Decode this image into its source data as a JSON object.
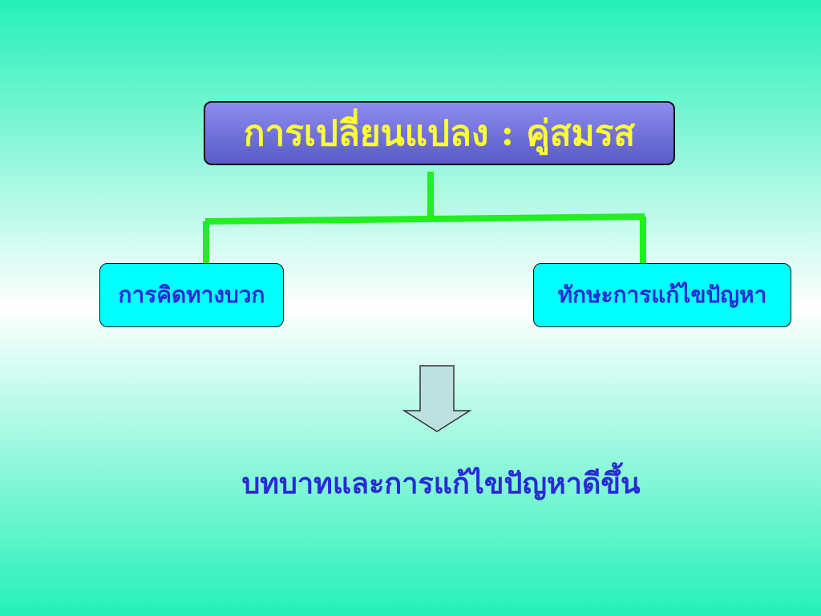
{
  "diagram": {
    "title": "การเปลี่ยนแปลง : คู่สมรส",
    "branches": [
      {
        "label": "การคิดทางบวก"
      },
      {
        "label": "ทักษะการแก้ไขปัญหา"
      }
    ],
    "result": "บทบาทและการแก้ไขปัญหาดีขึ้น"
  },
  "colors": {
    "background_edge": "#24f0b8",
    "background_center": "#ffffff",
    "title_box": "#6e6edc",
    "title_text": "#ffff33",
    "node_fill": "#00ffff",
    "node_text": "#2a2ad6",
    "connector": "#22ee22",
    "arrow_fill": "#bde0e0"
  },
  "icons": {
    "arrow": "down-arrow-icon"
  }
}
